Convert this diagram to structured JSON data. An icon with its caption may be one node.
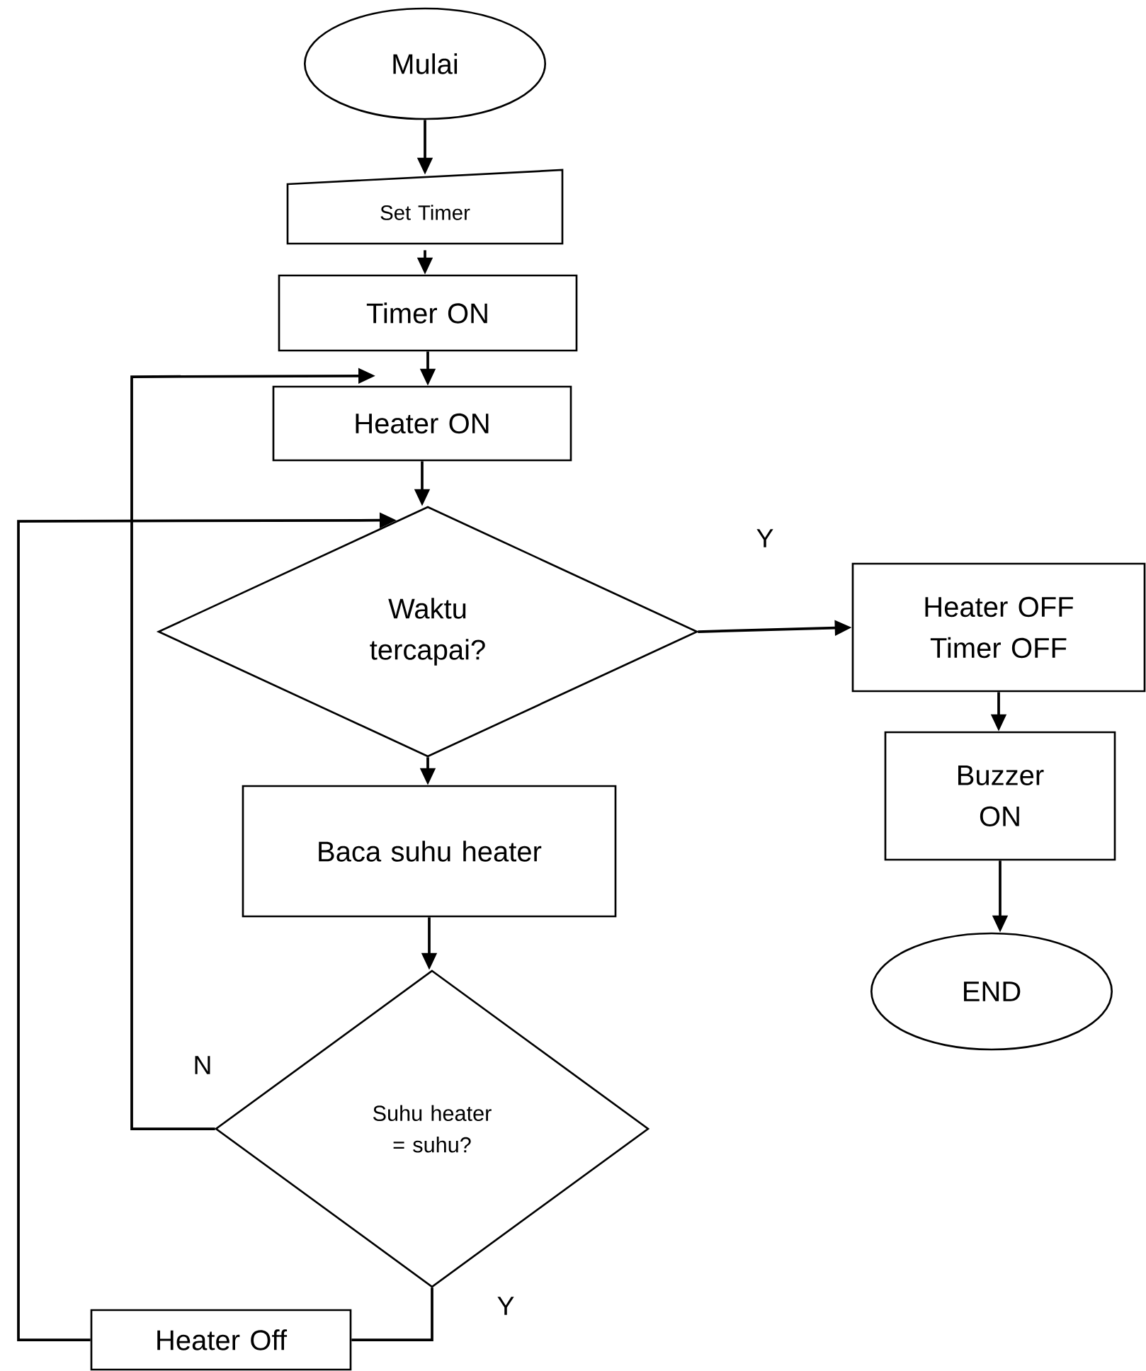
{
  "diagram": {
    "nodes": [
      {
        "text": [
          "Mulai"
        ]
      },
      {
        "text": [
          "Set Timer"
        ]
      },
      {
        "text": [
          "Timer ON"
        ]
      },
      {
        "text": [
          "Heater ON"
        ]
      },
      {
        "text": [
          "Waktu tercapai?"
        ]
      },
      {
        "text": [
          "Baca suhu heater"
        ]
      },
      {
        "text": [
          "Suhu heater = suhu?"
        ]
      },
      {
        "text": [
          "Heater Off"
        ]
      },
      {
        "text": [
          "Heater OFF Timer OFF"
        ]
      },
      {
        "text": [
          "Buzzer ON"
        ]
      },
      {
        "text": [
          "END"
        ]
      }
    ],
    "edges": [
      {
        "from": 0,
        "to": 1,
        "arrow": "to"
      },
      {
        "from": 1,
        "to": 2,
        "arrow": "to"
      },
      {
        "from": 2,
        "to": 3,
        "arrow": "to"
      },
      {
        "from": 3,
        "to": 4,
        "arrow": "to"
      },
      {
        "from": 4,
        "to": 8,
        "arrow": "to",
        "label": "Y"
      },
      {
        "from": 4,
        "to": 5,
        "arrow": "to"
      },
      {
        "from": 5,
        "to": 6,
        "arrow": "to"
      },
      {
        "from": 6,
        "to": 3,
        "arrow": "to",
        "label": "N"
      },
      {
        "from": 6,
        "to": 7,
        "arrow": "none",
        "label": "Y"
      },
      {
        "from": 7,
        "to": 4,
        "arrow": "to"
      },
      {
        "from": 8,
        "to": 9,
        "arrow": "to"
      },
      {
        "from": 9,
        "to": 10,
        "arrow": "to"
      }
    ]
  }
}
